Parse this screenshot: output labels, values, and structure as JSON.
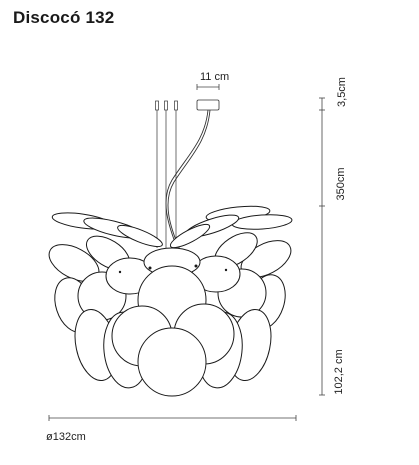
{
  "title": "Discocó 132",
  "dimensions": {
    "canopy_width": "11 cm",
    "canopy_height": "3,5cm",
    "cable_length": "350cm",
    "body_height": "102,2 cm",
    "diameter": "ø132cm"
  }
}
